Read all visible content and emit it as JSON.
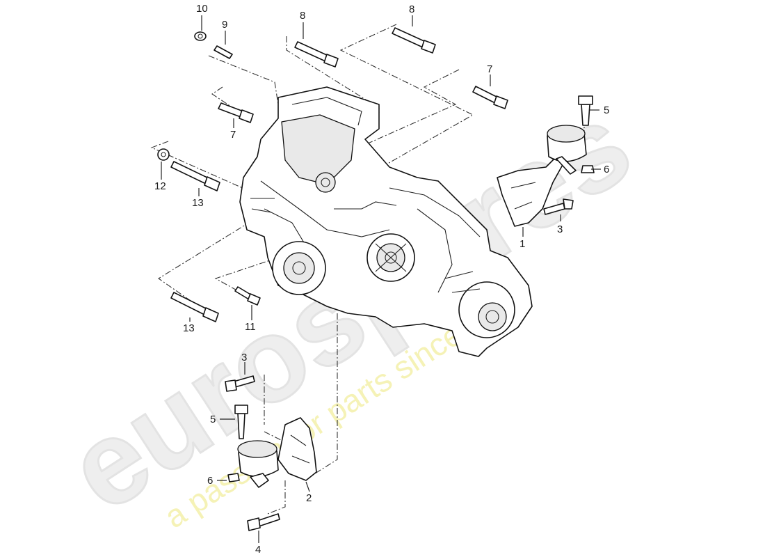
{
  "watermark": {
    "brand": "eurospares",
    "tagline": "a passion for parts since 1985",
    "brand_color": "#e9e9e9",
    "tagline_color": "#f2ee9e"
  },
  "callouts": [
    "10",
    "9",
    "8",
    "8",
    "7",
    "7",
    "5",
    "6",
    "12",
    "13",
    "3",
    "1",
    "13",
    "11",
    "3",
    "5",
    "6",
    "2",
    "4"
  ]
}
